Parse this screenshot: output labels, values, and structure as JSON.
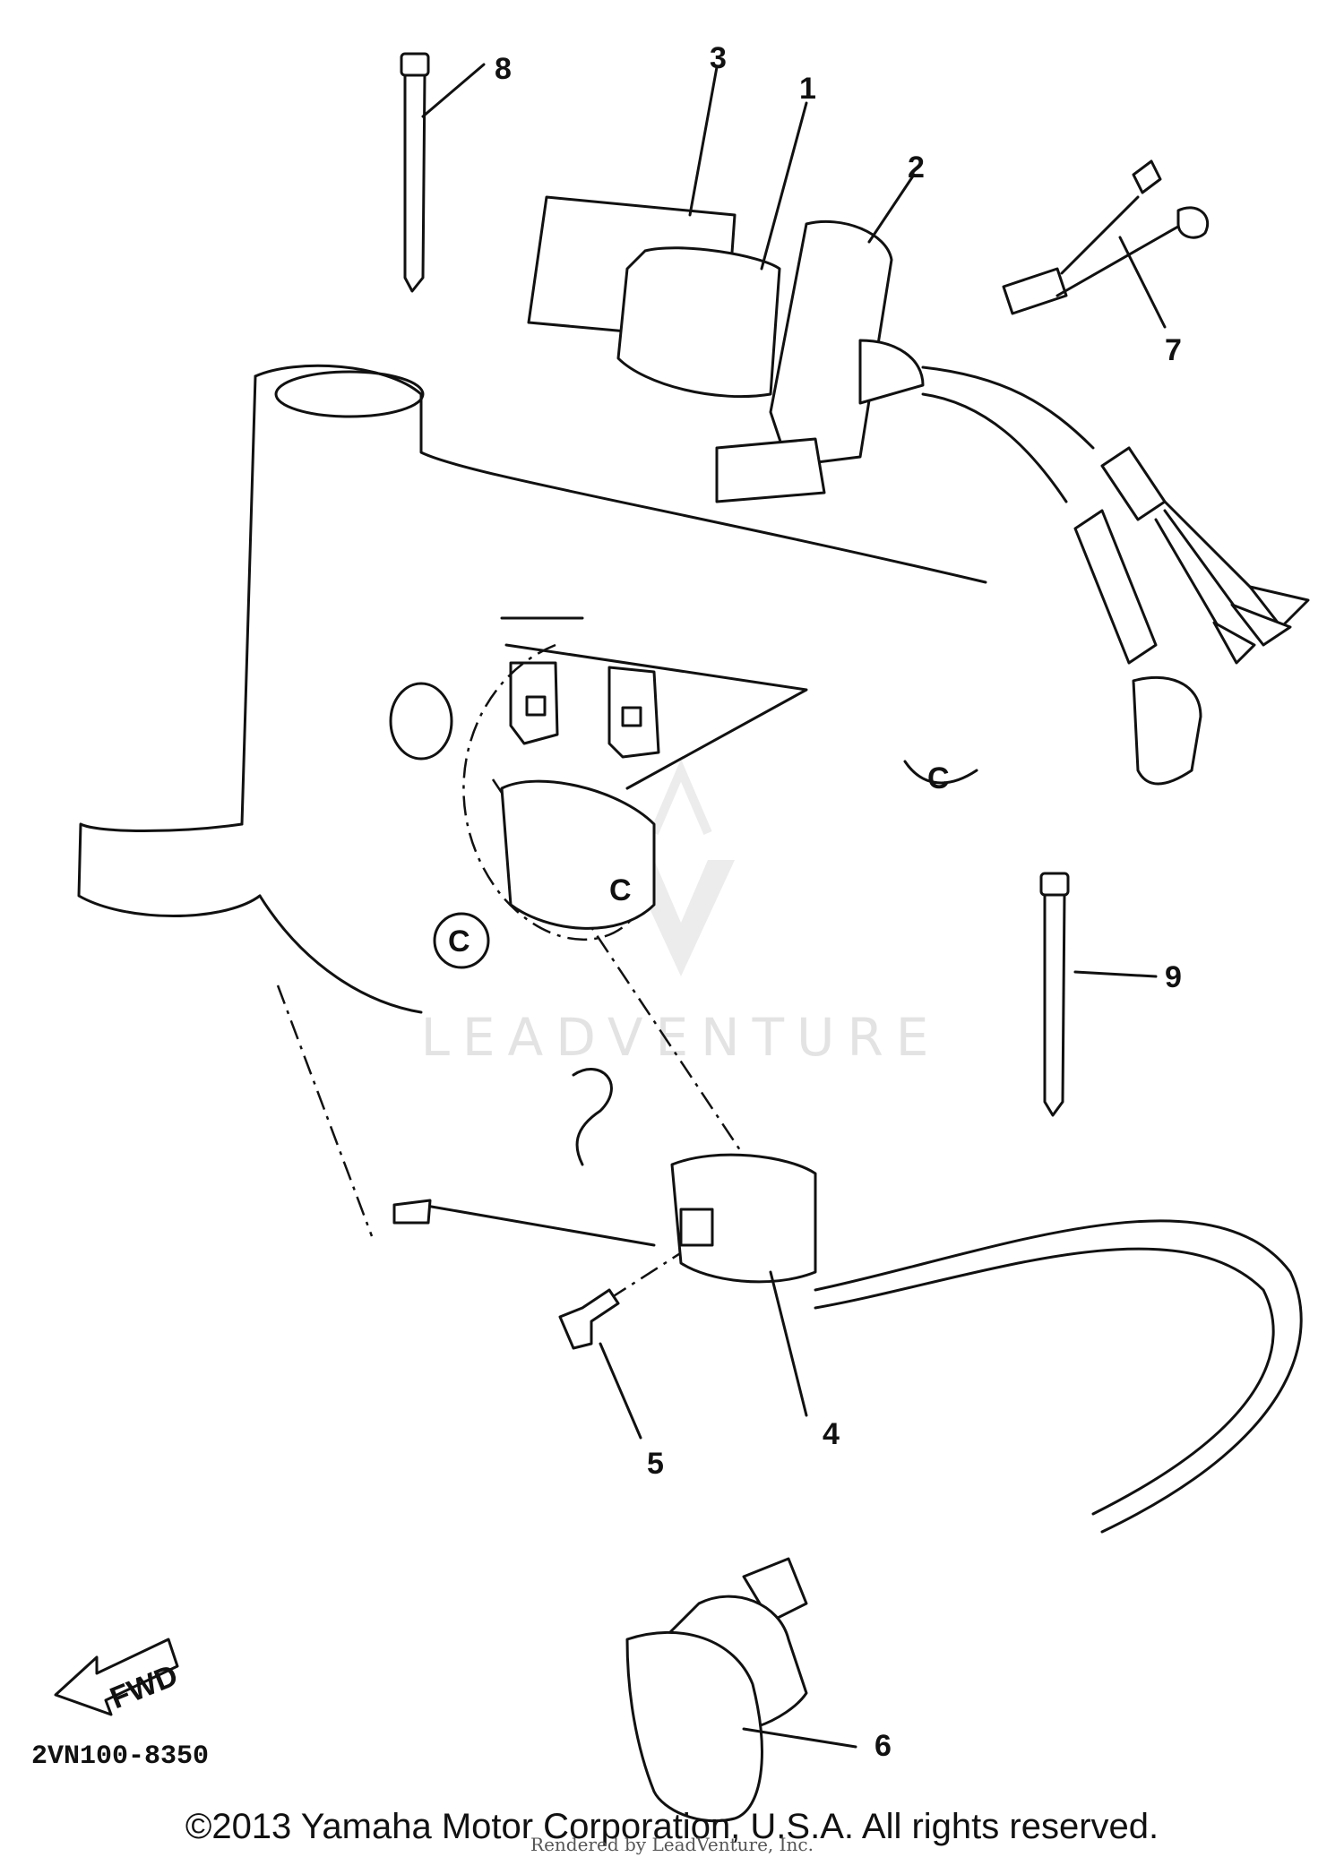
{
  "diagram": {
    "callouts": [
      "1",
      "2",
      "3",
      "4",
      "5",
      "6",
      "7",
      "8",
      "9"
    ],
    "fwd_label": "FWD",
    "part_code": "2VN100-8350",
    "watermark": "LEADVENTURE",
    "copyright": "©2013 Yamaha Motor Corporation, U.S.A. All rights reserved.",
    "rendered_by": "Rendered by LeadVenture, Inc."
  },
  "colors": {
    "ink": "#111111",
    "paper": "#ffffff",
    "watermark": "#e3e3e3"
  }
}
